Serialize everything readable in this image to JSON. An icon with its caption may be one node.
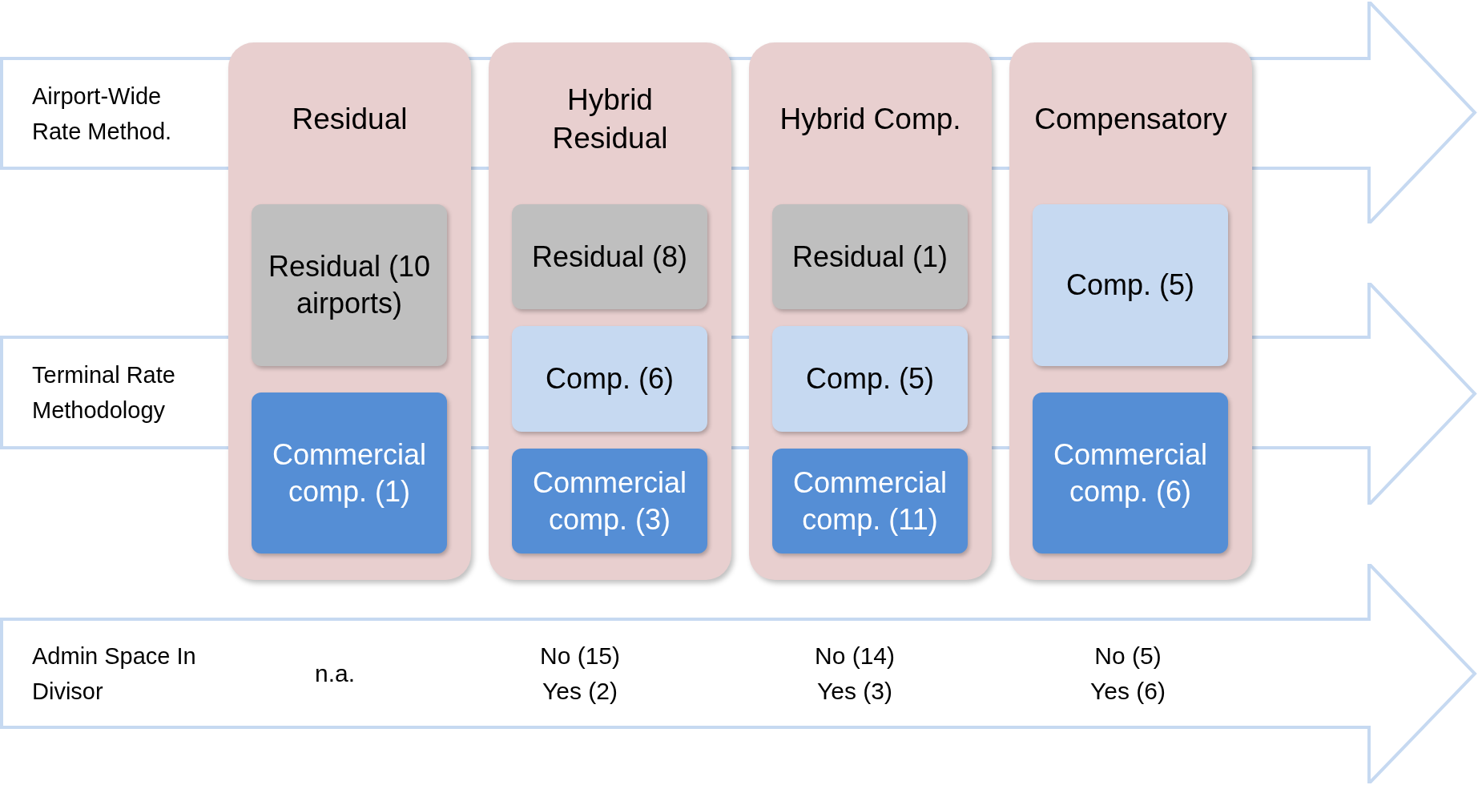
{
  "diagram": {
    "nodes": [
      {
        "text": [
          "Airport-Wide Rate Method."
        ]
      },
      {
        "text": [
          "Residual"
        ]
      },
      {
        "text": [
          "Hybrid Residual"
        ]
      },
      {
        "text": [
          "Hybrid Comp."
        ]
      },
      {
        "text": [
          "Compensatory"
        ]
      },
      {
        "text": [
          "Terminal Rate Methodology"
        ]
      },
      {
        "text": [
          "Residual (10 airports)"
        ],
        "in": 1
      },
      {
        "text": [
          "Commercial comp. (1)"
        ],
        "in": 1
      },
      {
        "text": [
          "Residual (8)"
        ],
        "in": 2
      },
      {
        "text": [
          "Comp. (6)"
        ]
      },
      {
        "text": [
          "Commercial comp. (3)"
        ],
        "in": 2
      },
      {
        "text": [
          "Residual (1)"
        ],
        "in": 3
      },
      {
        "text": [
          "Comp. (5)"
        ]
      },
      {
        "text": [
          "Commercial comp. (11)"
        ],
        "in": 3
      },
      {
        "text": [
          "Comp. (5)"
        ],
        "in": 4
      },
      {
        "text": [
          "Commercial comp. (6)"
        ],
        "in": 4
      },
      {
        "text": [
          "Admin Space In Divisor",
          "n.a.",
          "No (15) Yes (2)",
          "No (14) Yes (3)",
          "No (5) Yes (6)"
        ]
      }
    ],
    "edges": []
  }
}
